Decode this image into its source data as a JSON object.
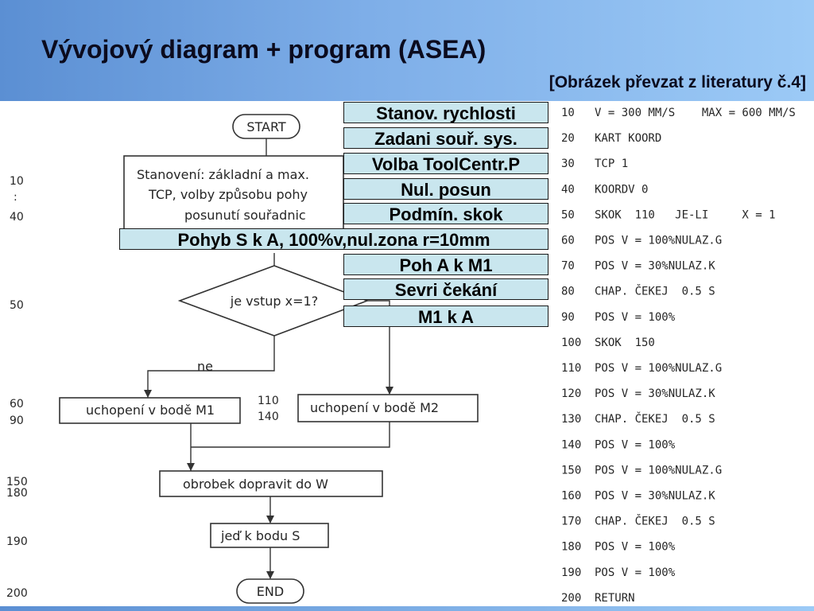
{
  "header": {
    "title": "Vývojový diagram + program (ASEA)",
    "source": "[Obrázek převzat z literatury č.4]"
  },
  "flowchart": {
    "start": "START",
    "init_lines": [
      "Stanovení: základní a max.",
      "TCP, volby způsobu pohy",
      "posunutí souřadnic"
    ],
    "decision": "je vstup x=1?",
    "no_label": "ne",
    "grip_m1": "uchopení v bodě M1",
    "grip_m2": "uchopení v bodě M2",
    "move_w": "obrobek dopravit do W",
    "go_s": "jeď k bodu S",
    "end": "END"
  },
  "line_numbers": {
    "ln10": "10",
    "ln40": "40",
    "ln50": "50",
    "ln60": "60",
    "ln90": "90",
    "ln110": "110",
    "ln140": "140",
    "ln150": "150",
    "ln180": "180",
    "ln190": "190",
    "ln200": "200"
  },
  "program": [
    {
      "num": "10",
      "code": "V = 300 MM/S    MAX = 600 MM/S"
    },
    {
      "num": "20",
      "code": "KART KOORD"
    },
    {
      "num": "30",
      "code": "TCP 1"
    },
    {
      "num": "40",
      "code": "KOORDV 0"
    },
    {
      "num": "50",
      "code": "SKOK  110   JE-LI     X = 1"
    },
    {
      "num": "60",
      "code": "POS V = 100%NULAZ.G"
    },
    {
      "num": "70",
      "code": "POS V = 30%NULAZ.K"
    },
    {
      "num": "80",
      "code": "CHAP. ČEKEJ  0.5 S"
    },
    {
      "num": "90",
      "code": "POS V = 100%"
    },
    {
      "num": "100",
      "code": "SKOK  150"
    },
    {
      "num": "110",
      "code": "POS V = 100%NULAZ.G"
    },
    {
      "num": "120",
      "code": "POS V = 30%NULAZ.K"
    },
    {
      "num": "130",
      "code": "CHAP. ČEKEJ  0.5 S"
    },
    {
      "num": "140",
      "code": "POS V = 100%"
    },
    {
      "num": "150",
      "code": "POS V = 100%NULAZ.G"
    },
    {
      "num": "160",
      "code": "POS V = 30%NULAZ.K"
    },
    {
      "num": "170",
      "code": "CHAP. ČEKEJ  0.5 S"
    },
    {
      "num": "180",
      "code": "POS V = 100%"
    },
    {
      "num": "190",
      "code": "POS V = 100%"
    },
    {
      "num": "200",
      "code": "RETURN"
    }
  ],
  "labels": {
    "l1": "Stanov. rychlosti",
    "l2": "Zadani souř. sys.",
    "l3": "Volba ToolCentr.P",
    "l4": "Nul. posun",
    "l5": "Podmín. skok",
    "l6": "Pohyb S k A, 100%v,nul.zona r=10mm",
    "l7": "Poh A k M1",
    "l8": "Sevri čekání",
    "l9": "M1 k A"
  },
  "colors": {
    "header_gradient": [
      "#5b8fd3",
      "#9ccaf6"
    ],
    "label_fill": "#c9e6ee"
  }
}
